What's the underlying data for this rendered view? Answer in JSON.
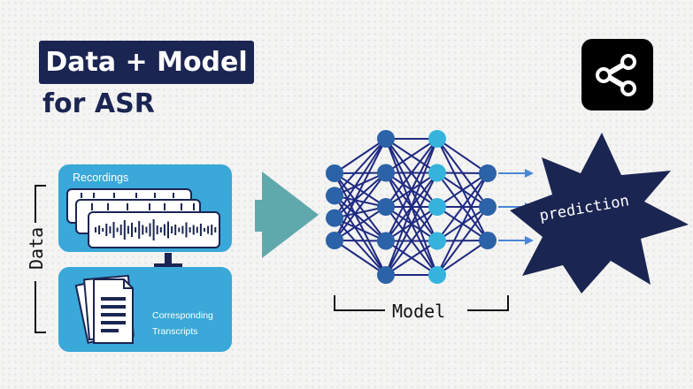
{
  "header": {
    "title": "Data + Model",
    "subtitle": "for ASR"
  },
  "data_section": {
    "label": "Data",
    "recordings_title": "Recordings",
    "transcripts_line1": "Corresponding",
    "transcripts_line2": "Transcripts"
  },
  "model_section": {
    "label": "Model",
    "network": {
      "input_nodes": 4,
      "hidden_layer_1_nodes": 5,
      "hidden_layer_2_nodes": 5,
      "output_nodes": 3
    }
  },
  "output": {
    "label": "prediction"
  },
  "logo": {
    "icon": "share-icon"
  },
  "colors": {
    "navy": "#1b2552",
    "card_blue": "#3aa8d8",
    "node_dark": "#2b62a8",
    "node_light": "#35b3dc",
    "arrow_teal": "#5fa9ad",
    "arrow_blue": "#4a86d6",
    "edge": "#1f2a80"
  }
}
